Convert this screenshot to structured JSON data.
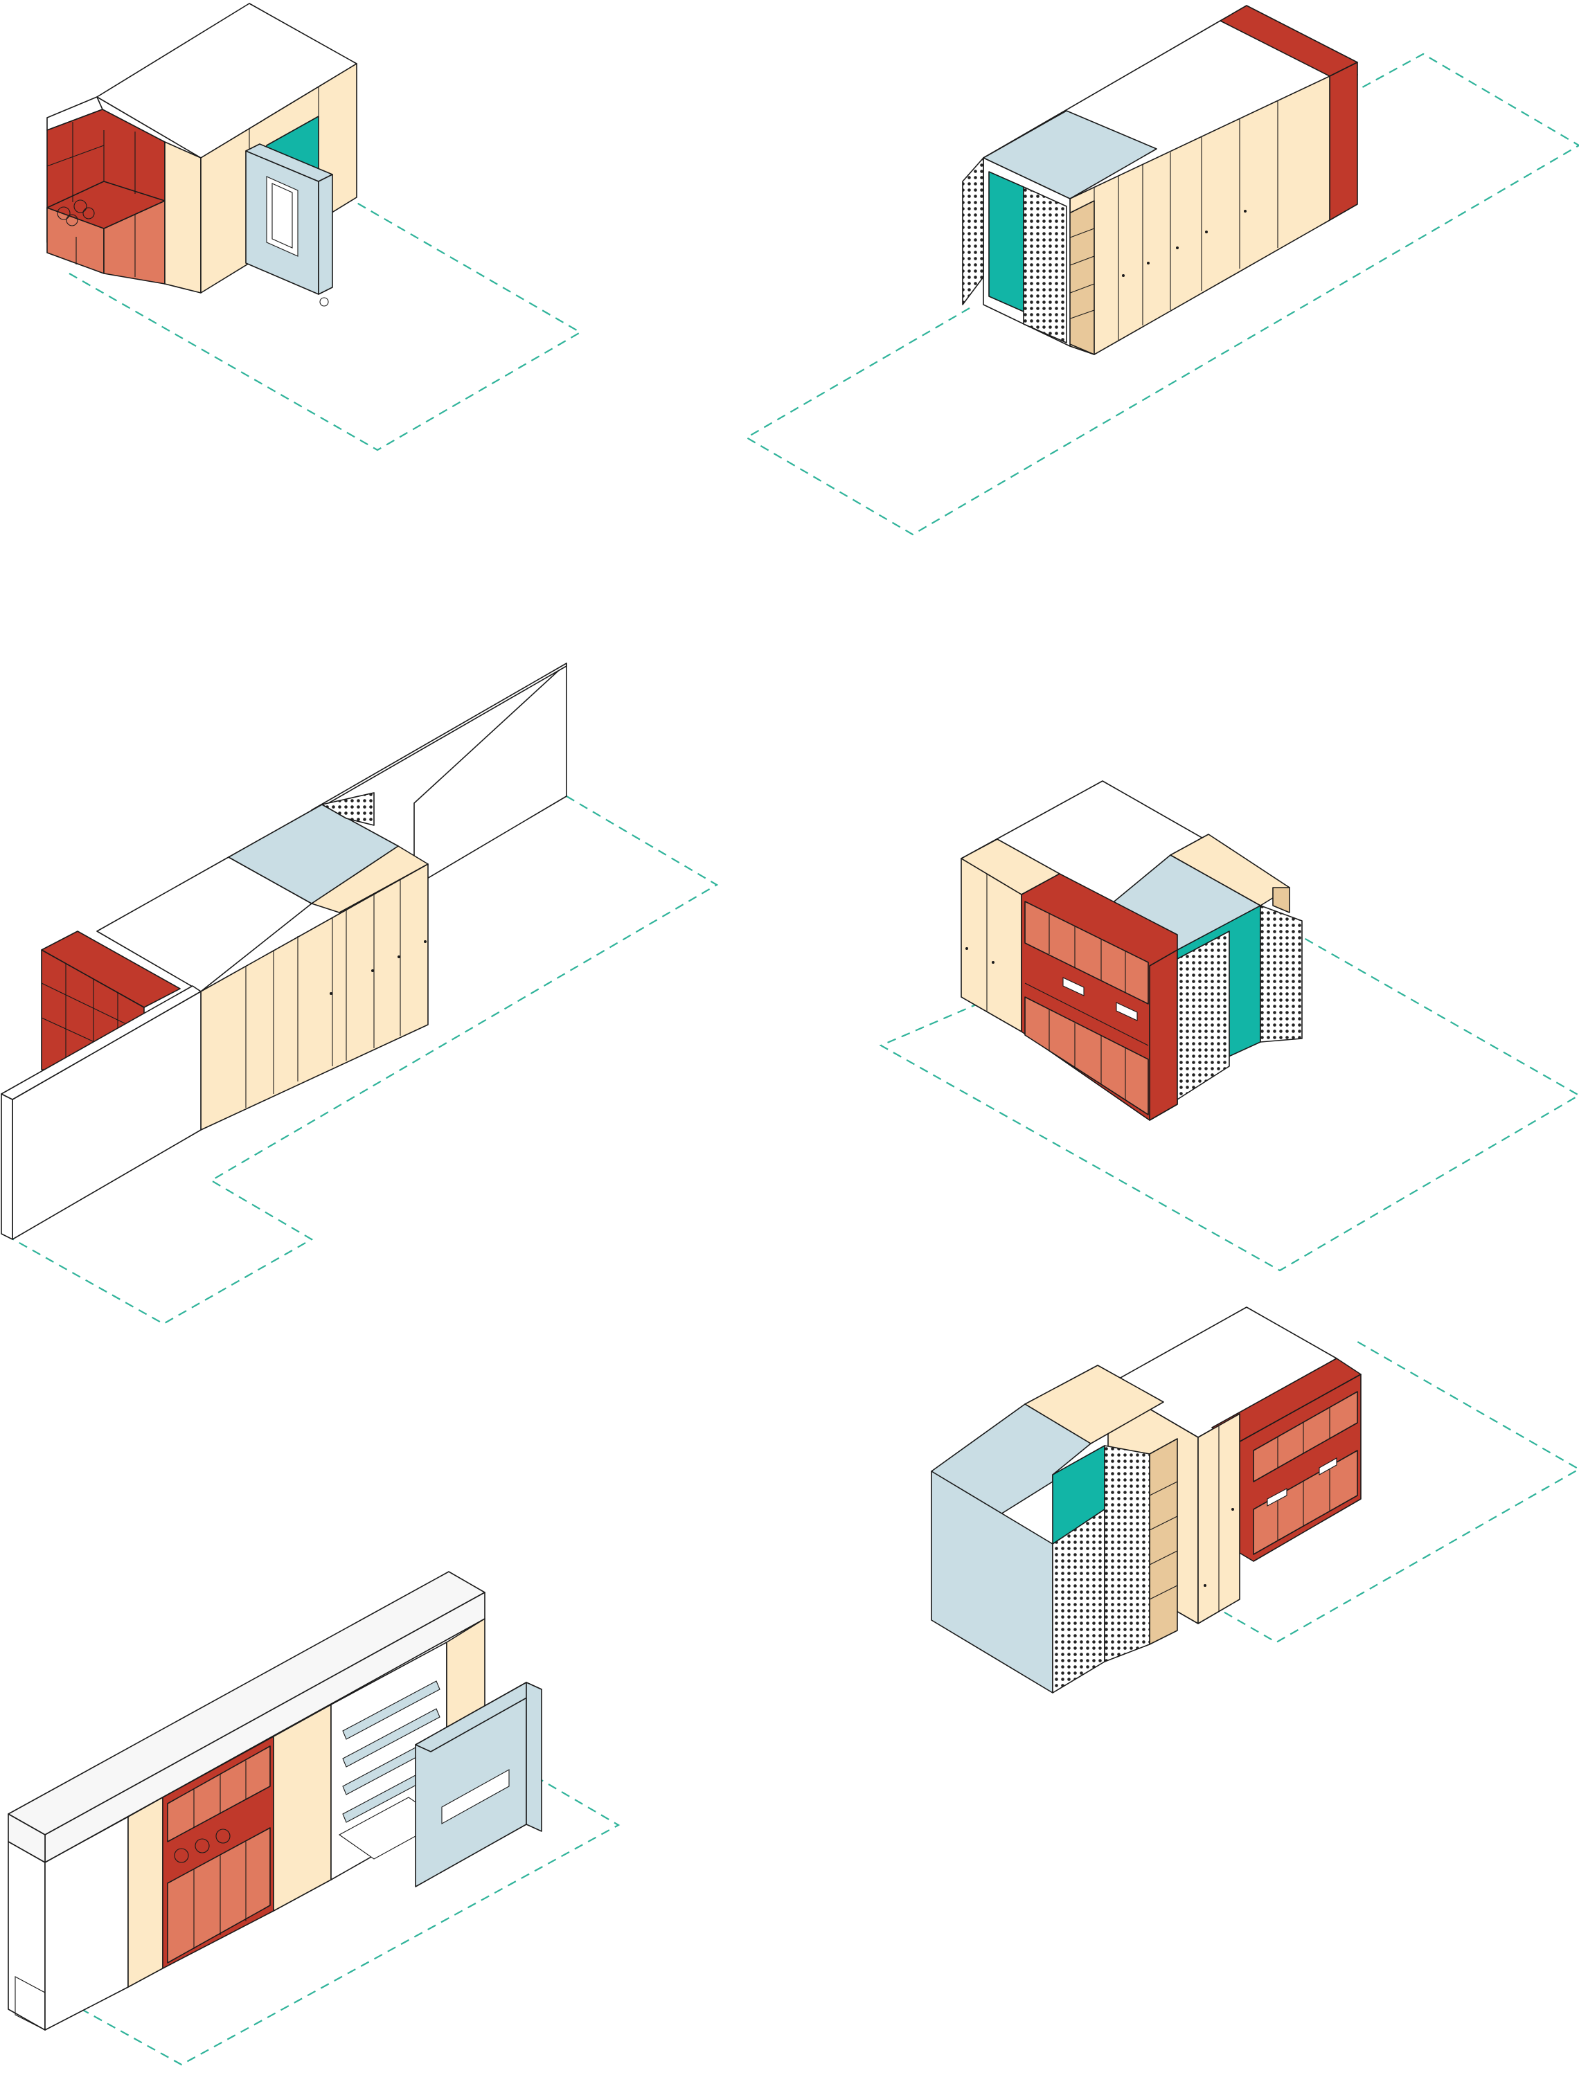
{
  "diagram": {
    "colors": {
      "background": "#ffffff",
      "outline": "#1a1a1a",
      "red": "#c0392b",
      "salmon": "#e07a5f",
      "cream": "#fde9c6",
      "light_blue": "#c9dde4",
      "teal": "#12b5a6",
      "plywood": "#e8c89a",
      "white": "#ffffff",
      "dashed_footprint": "#2fb39a"
    },
    "modules": [
      {
        "id": "module-1",
        "content": [
          "kitchenette",
          "wardrobe",
          "pivoting-door-panel",
          "footprint"
        ]
      },
      {
        "id": "module-2",
        "content": [
          "perforated-door",
          "teal-niche",
          "storage-shelves",
          "wardrobe-doors",
          "red-end-panel",
          "footprint"
        ]
      },
      {
        "id": "module-3",
        "content": [
          "long-partition-wall",
          "kitchen-shelving",
          "wardrobe-doors",
          "footprint"
        ]
      },
      {
        "id": "module-4",
        "content": [
          "sink-unit",
          "teal-niche",
          "perforated-doors",
          "wardrobe",
          "footprint"
        ]
      },
      {
        "id": "module-5",
        "content": [
          "long-counter",
          "hob",
          "sliding-shelves",
          "pivoting-door-panel",
          "footprint"
        ]
      },
      {
        "id": "module-6",
        "content": [
          "blue-cube",
          "perforated-door",
          "storage-shelves",
          "kitchen-unit",
          "footprint"
        ]
      }
    ]
  }
}
